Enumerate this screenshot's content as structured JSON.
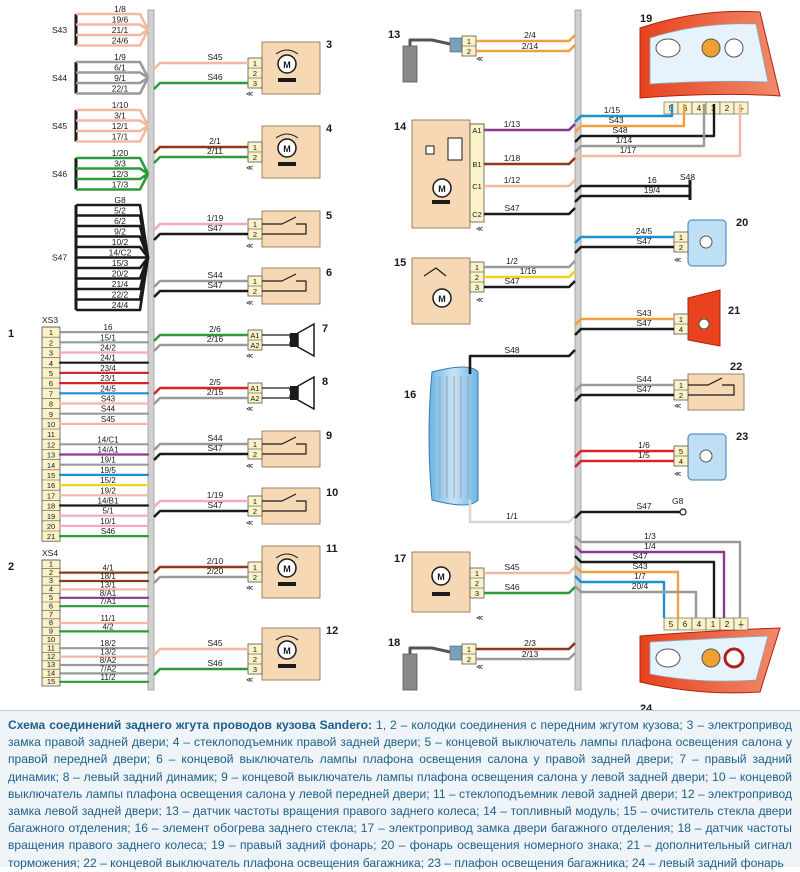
{
  "blocks": {
    "S43": [
      "1/8",
      "19/6",
      "21/1",
      "24/6"
    ],
    "S44": [
      "1/9",
      "6/1",
      "9/1",
      "22/1"
    ],
    "S45": [
      "1/10",
      "3/1",
      "12/1",
      "17/1"
    ],
    "S46": [
      "1/20",
      "3/3",
      "12/3",
      "17/3"
    ],
    "S47": [
      "G8",
      "5/2",
      "6/2",
      "9/2",
      "10/2",
      "14/C2",
      "15/3",
      "20/2",
      "21/4",
      "22/2",
      "24/4"
    ]
  },
  "xs3": {
    "title": "XS3",
    "num": "1",
    "wires": [
      "16",
      "15/1",
      "24/2",
      "24/1",
      "23/4",
      "23/1",
      "24/5",
      "S43",
      "S44",
      "S45",
      "",
      "14/C1",
      "14/A1",
      "19/1",
      "19/5",
      "15/2",
      "19/2",
      "14/B1",
      "5/1",
      "10/1",
      "S46"
    ]
  },
  "xs4": {
    "title": "XS4",
    "num": "2",
    "wires": [
      "",
      "4/1",
      "18/1",
      "13/1",
      "8/A1",
      "7/A1",
      "",
      "11/1",
      "4/2",
      "",
      "18/2",
      "13/2",
      "8/A2",
      "7/A2",
      "11/2"
    ]
  },
  "components": {
    "c3": {
      "num": "3",
      "w1": "S45",
      "w3": "S46"
    },
    "c4": {
      "num": "4",
      "w1": "2/1",
      "w2": "2/11"
    },
    "c5": {
      "num": "5",
      "w1": "1/19",
      "w2": "S47"
    },
    "c6": {
      "num": "6",
      "w1": "S44",
      "w2": "S47"
    },
    "c7": {
      "num": "7",
      "w1": "2/6",
      "w2": "2/16"
    },
    "c8": {
      "num": "8",
      "w1": "2/5",
      "w2": "2/15"
    },
    "c9": {
      "num": "9",
      "w1": "S44",
      "w2": "S47"
    },
    "c10": {
      "num": "10",
      "w1": "1/19",
      "w2": "S47"
    },
    "c11": {
      "num": "11",
      "w1": "2/10",
      "w2": "2/20"
    },
    "c12": {
      "num": "12",
      "w1": "S45",
      "w3": "S46"
    },
    "c13": {
      "num": "13",
      "w1": "2/4",
      "w2": "2/14"
    },
    "c14": {
      "num": "14",
      "a1": "1/13",
      "b1": "1/18",
      "c1": "1/12",
      "c2": "S47"
    },
    "c15": {
      "num": "15",
      "w1": "1/2",
      "w2": "1/16",
      "w3": "S47"
    },
    "c16": {
      "num": "16",
      "top": "S48",
      "bottom": "1/1"
    },
    "c17": {
      "num": "17",
      "w1": "S45",
      "w3": "S46"
    },
    "c18": {
      "num": "18",
      "w1": "2/3",
      "w2": "2/13"
    },
    "c19": {
      "num": "19",
      "wires": [
        "1/15",
        "S43",
        "S48",
        "1/14",
        "1/17"
      ]
    },
    "s48": {
      "label": "S48",
      "w1": "16",
      "w2": "19/4"
    },
    "c20": {
      "num": "20",
      "w1": "24/5",
      "w2": "S47"
    },
    "c21": {
      "num": "21",
      "w1": "S43",
      "w2": "S47"
    },
    "c22": {
      "num": "22",
      "w1": "S44",
      "w2": "S47"
    },
    "c23": {
      "num": "23",
      "w1": "1/6",
      "w2": "1/5"
    },
    "g8": {
      "label": "G8",
      "wire": "S47"
    },
    "c24": {
      "num": "24",
      "wires": [
        "1/3",
        "1/4",
        "S47",
        "S43",
        "1/7",
        "20/4"
      ]
    }
  },
  "caption": {
    "title": "Схема соединений заднего жгута проводов кузова Sandero:",
    "text": " 1, 2 – колодки соединения с передним жгутом кузова; 3 – электропривод замка правой задней двери; 4 – стеклоподъемник правой задней двери; 5 – концевой выключатель лампы плафона освещения салона у правой передней двери; 6 – концевой выключатель лампы плафона освещения салона у правой задней двери; 7 – правый задний динамик; 8 – левый задний динамик; 9 – концевой выключатель лампы плафона освещения салона у левой задней двери; 10 – концевой выключатель лампы плафона освещения салона у левой передней двери; 11 – стеклоподъемник левой задней двери; 12 – электропривод замка левой задней двери; 13 – датчик частоты вращения правого заднего колеса; 14 – топливный модуль; 15 – очиститель стекла двери багажного отделения; 16 – элемент обогрева заднего стекла; 17 – электропривод замка двери багажного отделения; 18 – датчик частоты вращения правого заднего колеса; 19 – правый задний фонарь; 20 – фонарь освещения номерного знака; 21 – дополнительный сигнал торможения; 22 – концевой выключатель плафона освещения багажника; 23 – плафон освещения багажника; 24 – левый задний фонарь"
  },
  "colors": {
    "pink": "#f4b8a0",
    "gray": "#9a9a9a",
    "black": "#1a1a1a",
    "green": "#2e9a3a",
    "brown": "#8a3a1a",
    "red": "#d8232a",
    "blue": "#1e8fd0",
    "violet": "#8a3a8a",
    "yellow": "#f2d21a",
    "orange": "#f0a040",
    "lightpink": "#f3a6c8",
    "harness": "#c8c8c8",
    "compFill": "#f6d9b4"
  }
}
